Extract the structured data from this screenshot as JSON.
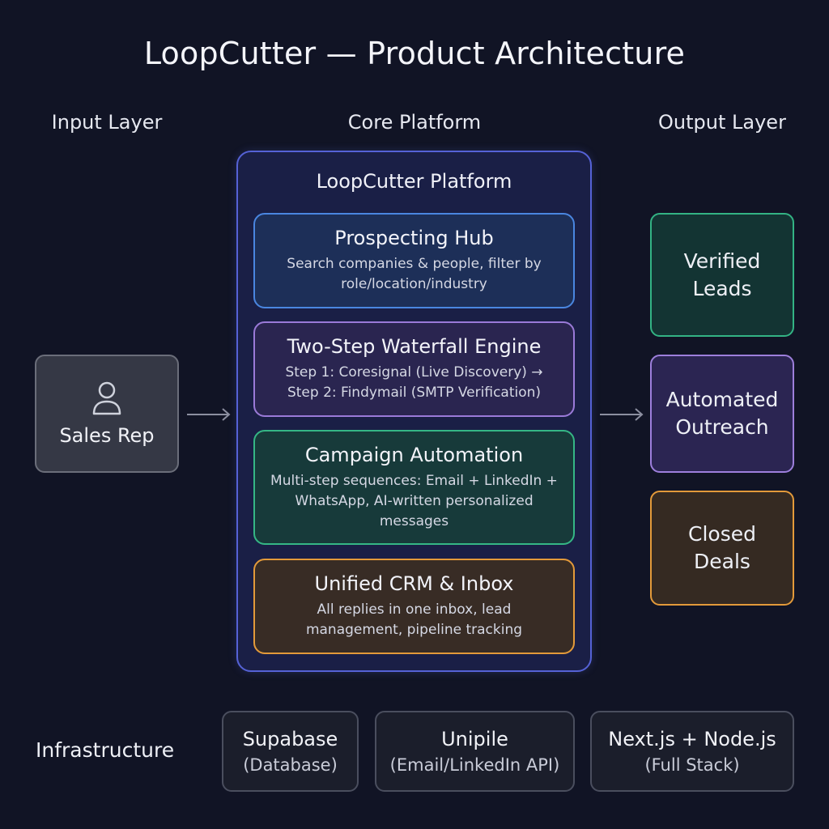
{
  "title": "LoopCutter — Product Architecture",
  "columns": {
    "input": "Input Layer",
    "core": "Core Platform",
    "output": "Output Layer"
  },
  "input": {
    "icon": "user-icon",
    "label": "Sales Rep"
  },
  "platform": {
    "title": "LoopCutter Platform",
    "modules": [
      {
        "title": "Prospecting Hub",
        "description": "Search companies & people, filter by role/location/industry",
        "color": "#4a86e0"
      },
      {
        "title": "Two-Step Waterfall Engine",
        "description": "Step 1: Coresignal (Live Discovery) → Step 2: Findymail (SMTP Verification)",
        "color": "#9a7ad8"
      },
      {
        "title": "Campaign Automation",
        "description": "Multi-step sequences: Email + LinkedIn + WhatsApp, AI-written personalized messages",
        "color": "#35b685"
      },
      {
        "title": "Unified CRM & Inbox",
        "description": "All replies in one inbox, lead management, pipeline tracking",
        "color": "#e39a3a"
      }
    ]
  },
  "outputs": [
    {
      "label": "Verified Leads",
      "color": "#33b384"
    },
    {
      "label": "Automated Outreach",
      "color": "#9d7fdc"
    },
    {
      "label": "Closed Deals",
      "color": "#e39a3a"
    }
  ],
  "infrastructure": {
    "label": "Infrastructure",
    "items": [
      {
        "name": "Supabase",
        "sub": "(Database)"
      },
      {
        "name": "Unipile",
        "sub": "(Email/LinkedIn API)"
      },
      {
        "name": "Next.js + Node.js",
        "sub": "(Full Stack)"
      }
    ]
  },
  "colors": {
    "background": "#111425",
    "platform_border": "#5562d6"
  }
}
